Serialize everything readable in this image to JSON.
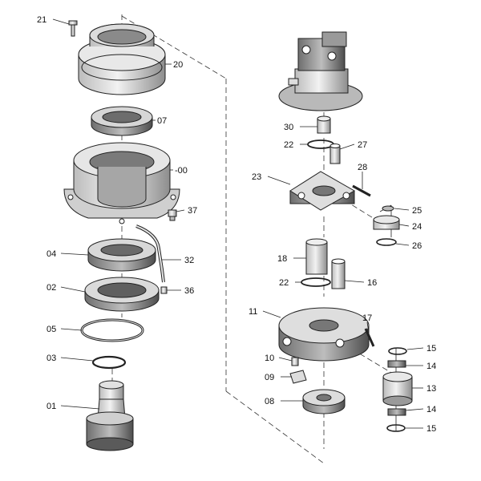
{
  "callouts": [
    {
      "id": "c21",
      "text": "21"
    },
    {
      "id": "c20",
      "text": "20"
    },
    {
      "id": "c07",
      "text": "07"
    },
    {
      "id": "c00",
      "text": "-00"
    },
    {
      "id": "c37",
      "text": "37"
    },
    {
      "id": "c32",
      "text": "32"
    },
    {
      "id": "c04",
      "text": "04"
    },
    {
      "id": "c02",
      "text": "02"
    },
    {
      "id": "c36",
      "text": "36"
    },
    {
      "id": "c05",
      "text": "05"
    },
    {
      "id": "c03",
      "text": "03"
    },
    {
      "id": "c01",
      "text": "01"
    },
    {
      "id": "c30",
      "text": "30"
    },
    {
      "id": "c22a",
      "text": "22"
    },
    {
      "id": "c27",
      "text": "27"
    },
    {
      "id": "c23",
      "text": "23"
    },
    {
      "id": "c28",
      "text": "28"
    },
    {
      "id": "c25",
      "text": "25"
    },
    {
      "id": "c24",
      "text": "24"
    },
    {
      "id": "c26",
      "text": "26"
    },
    {
      "id": "c18",
      "text": "18"
    },
    {
      "id": "c22b",
      "text": "22"
    },
    {
      "id": "c16",
      "text": "16"
    },
    {
      "id": "c11",
      "text": "11"
    },
    {
      "id": "c17",
      "text": "17"
    },
    {
      "id": "c15a",
      "text": "15"
    },
    {
      "id": "c10",
      "text": "10"
    },
    {
      "id": "c14a",
      "text": "14"
    },
    {
      "id": "c09",
      "text": "09"
    },
    {
      "id": "c13",
      "text": "13"
    },
    {
      "id": "c08",
      "text": "08"
    },
    {
      "id": "c14b",
      "text": "14"
    },
    {
      "id": "c15b",
      "text": "15"
    }
  ]
}
